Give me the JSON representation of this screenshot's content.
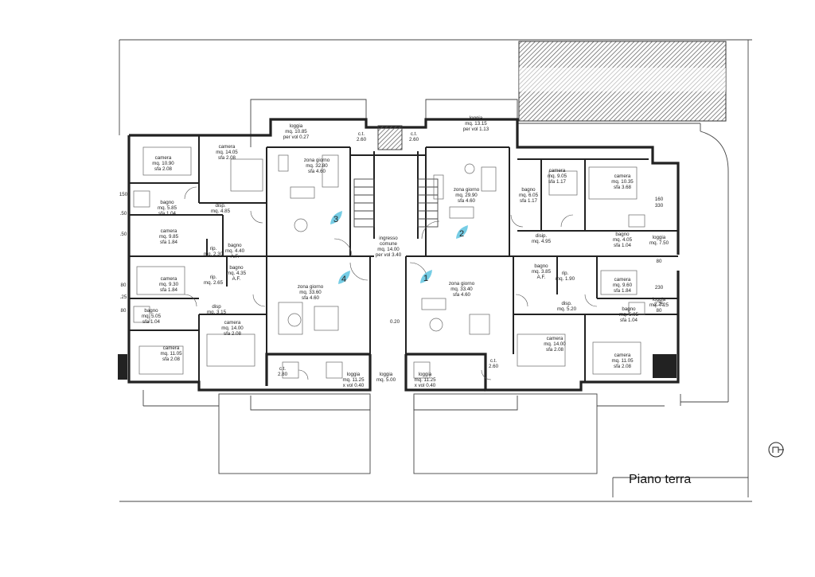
{
  "title": "Piano terra",
  "rooms": [
    {
      "lines": [
        "loggia",
        "mq. 10.85",
        "per vol 0.27"
      ]
    },
    {
      "lines": [
        "c.t.",
        "2.60"
      ]
    },
    {
      "lines": [
        "c.t.",
        "2.60"
      ]
    },
    {
      "lines": [
        "loggia",
        "mq. 13.15",
        "per vol 1.13"
      ]
    },
    {
      "lines": [
        "camera",
        "mq. 10.90",
        "sfa 2.08"
      ]
    },
    {
      "lines": [
        "camera",
        "mq. 14.05",
        "sfa 2.08"
      ]
    },
    {
      "lines": [
        "zona giorno",
        "mq. 32.80",
        "sfa 4.60"
      ]
    },
    {
      "lines": [
        "zona giorno",
        "mq. 29.90",
        "sfa 4.60"
      ]
    },
    {
      "lines": [
        "camera",
        "mq. 9.05",
        "sfa 1.17"
      ]
    },
    {
      "lines": [
        "camera",
        "mq. 10.35",
        "sfa 3.68"
      ]
    },
    {
      "lines": [
        "bagno",
        "mq. 6.05",
        "sfa 1.17"
      ]
    },
    {
      "lines": [
        "bagno",
        "mq. 5.85",
        "sfa 1.04"
      ]
    },
    {
      "lines": [
        "disp.",
        "mq. 4.85"
      ]
    },
    {
      "lines": [
        "camera",
        "mq. 9.85",
        "sfa 1.84"
      ]
    },
    {
      "lines": [
        "bagno",
        "mq. 4.40",
        "A.F."
      ]
    },
    {
      "lines": [
        "rip.",
        "mq. 2.30"
      ]
    },
    {
      "lines": [
        "ingresso",
        "comune",
        "mq. 14.00",
        "per vol 3.40"
      ]
    },
    {
      "lines": [
        "disip.",
        "mq. 4.95"
      ]
    },
    {
      "lines": [
        "bagno",
        "mq. 4.05",
        "sfa 1.04"
      ]
    },
    {
      "lines": [
        "loggia",
        "mq. 7.50"
      ]
    },
    {
      "lines": [
        "camera",
        "mq. 9.30",
        "sfa 1.84"
      ]
    },
    {
      "lines": [
        "rip.",
        "mq. 2.65"
      ]
    },
    {
      "lines": [
        "bagno",
        "mq. 4.35",
        "A.F."
      ]
    },
    {
      "lines": [
        "zona giorno",
        "mq. 33.60",
        "sfa 4.60"
      ]
    },
    {
      "lines": [
        "zona giorno",
        "mq. 33.40",
        "sfa 4.60"
      ]
    },
    {
      "lines": [
        "bagno",
        "mq. 3.85",
        "A.F."
      ]
    },
    {
      "lines": [
        "rip.",
        "mq. 1.90"
      ]
    },
    {
      "lines": [
        "camera",
        "mq. 9.60",
        "sfa 1.84"
      ]
    },
    {
      "lines": [
        "loggia",
        "mq. 7.25"
      ]
    },
    {
      "lines": [
        "bagno",
        "mq. 5.05",
        "sfa 1.04"
      ]
    },
    {
      "lines": [
        "disp",
        "mq. 3.15"
      ]
    },
    {
      "lines": [
        "disp.",
        "mq. 5.20"
      ]
    },
    {
      "lines": [
        "bagno",
        "mq. 5.05",
        "sfa 1.04"
      ]
    },
    {
      "lines": [
        "camera",
        "mq. 14.00",
        "sfa 2.08"
      ]
    },
    {
      "lines": [
        "camera",
        "mq. 14.00",
        "sfa 2.08"
      ]
    },
    {
      "lines": [
        "camera",
        "mq. 11.05",
        "sfa 2.08"
      ]
    },
    {
      "lines": [
        "camera",
        "mq. 11.05",
        "sfa 2.08"
      ]
    },
    {
      "lines": [
        "c.t.",
        "2.80"
      ]
    },
    {
      "lines": [
        "c.t.",
        "2.60"
      ]
    },
    {
      "lines": [
        "loggia",
        "mq. 11.25",
        "x vol 0.40"
      ]
    },
    {
      "lines": [
        "loggia",
        "mq. 11.25",
        "x vol 0.40"
      ]
    },
    {
      "lines": [
        "loggia",
        "mq. 5.00"
      ]
    },
    {
      "lines": [
        "0.20"
      ]
    }
  ],
  "markers": [
    {
      "label": "3"
    },
    {
      "label": "2"
    },
    {
      "label": "4"
    },
    {
      "label": "1"
    }
  ],
  "dims": [
    "150",
    ".50",
    ".50",
    "80",
    ".25",
    "80",
    "160",
    "330",
    "80",
    "230",
    "80",
    "2.25"
  ],
  "colors": {
    "marker": "#5ec4e0",
    "wall": "#222222",
    "hatch": "#555555"
  },
  "icons": {
    "north": "north-arrow-icon"
  }
}
